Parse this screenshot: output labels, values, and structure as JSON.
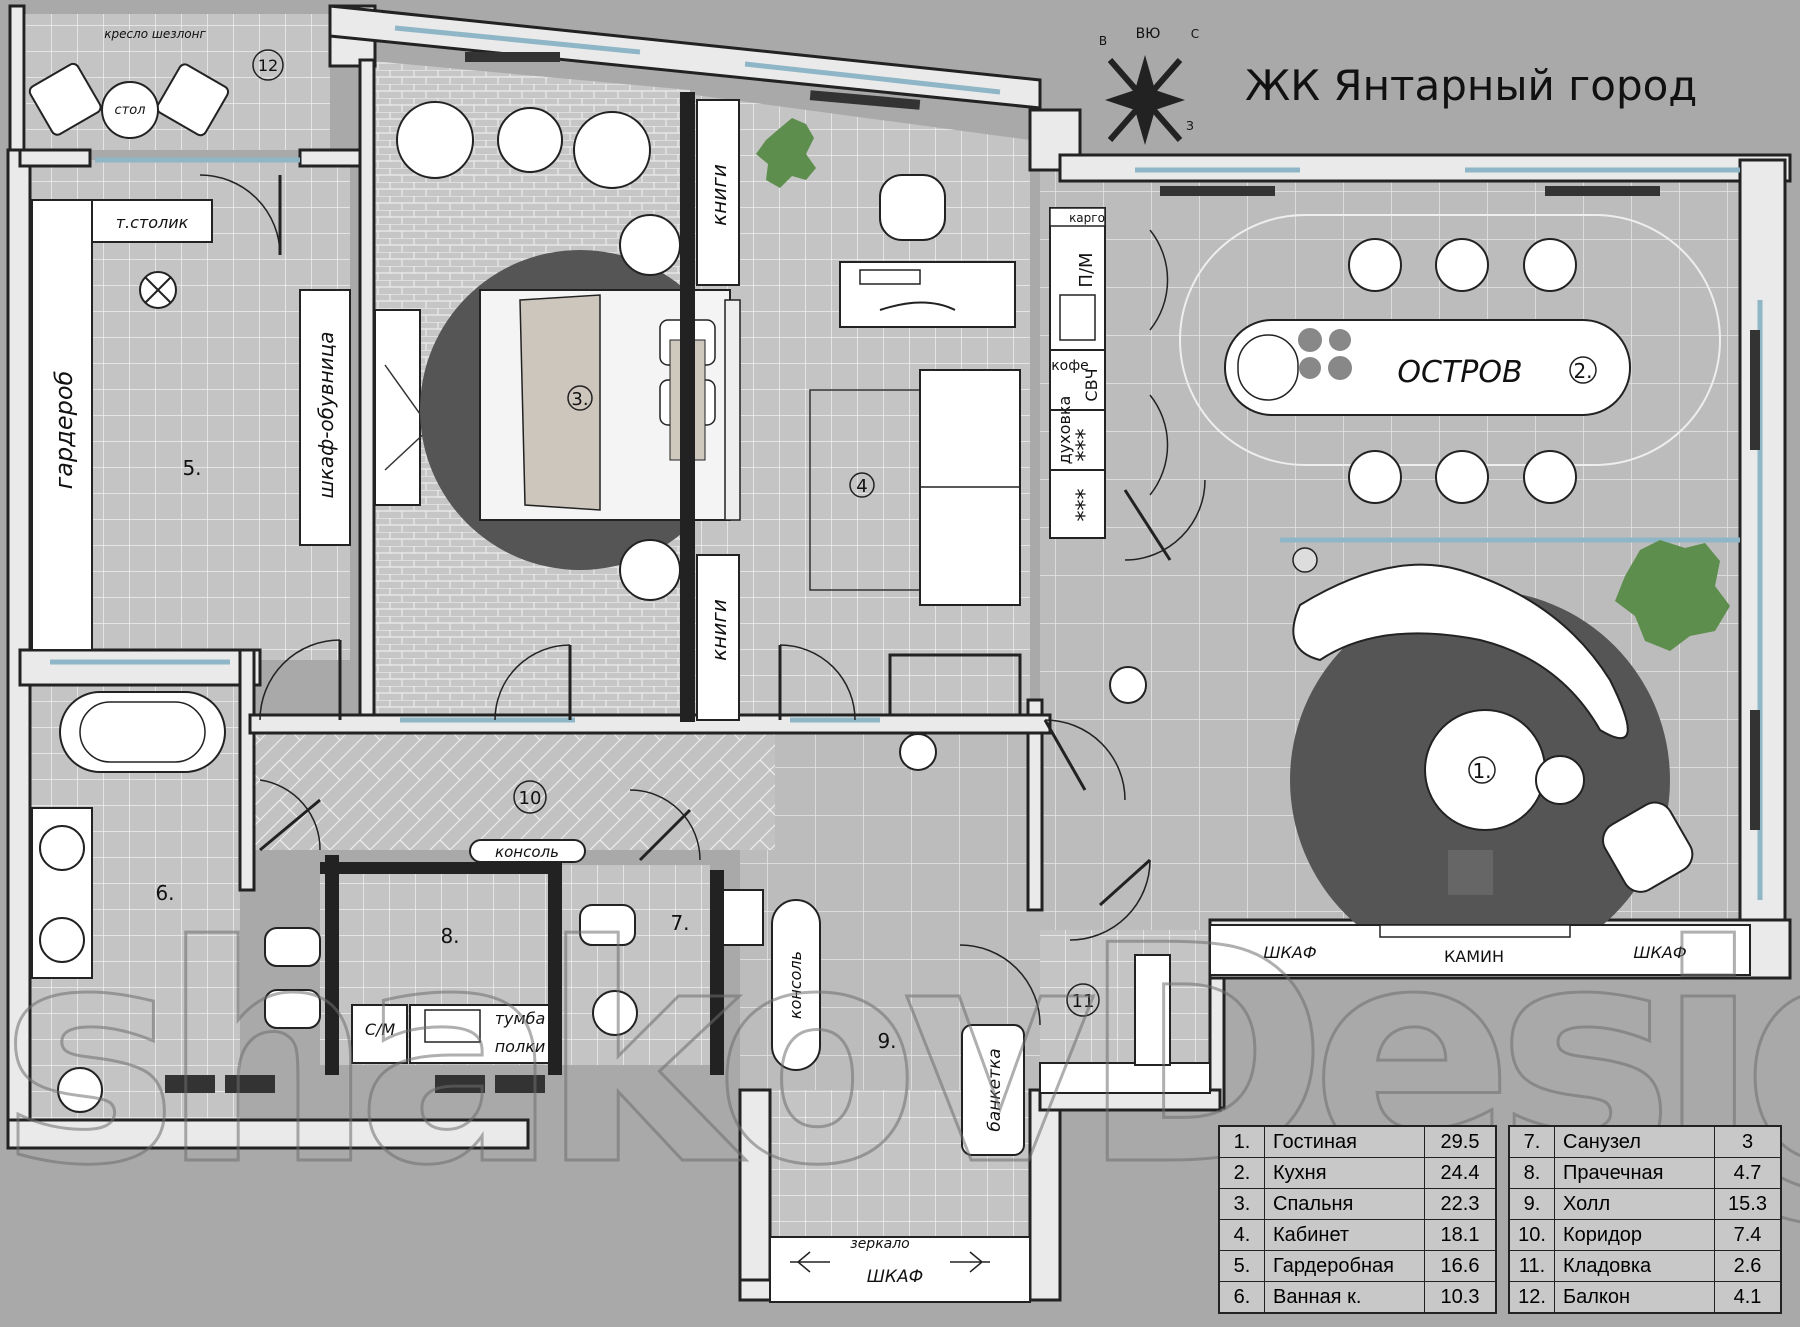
{
  "title": "ЖК Янтарный город",
  "compass": {
    "n": "ВЮ",
    "e": "С",
    "s": "З",
    "w": "В"
  },
  "watermark": "shakovDesign",
  "labels": {
    "chair": "кресло шезлонг",
    "table": "стол",
    "balcony_num": "12",
    "tstolik": "т.столик",
    "garderob": "гардероб",
    "shoe_cab": "шкаф-обувница",
    "room5": "5.",
    "room3": "3.",
    "books": "книги",
    "room4": "4",
    "kargo": "карго",
    "pm": "П/М",
    "coffee": "кофе",
    "oven": "духовка",
    "svch": "СВЧ",
    "stars": "***",
    "island": "ОСТРОВ",
    "room2": "2.",
    "room1": "1.",
    "room10": "10",
    "console": "консоль",
    "room6": "6.",
    "room8": "8.",
    "room7": "7.",
    "sm": "С/М",
    "tumba": "тумба",
    "shelves": "полки",
    "room9": "9.",
    "banketka": "банкетка",
    "room11": "11",
    "shkaf": "ШКАФ",
    "kamin": "КАМИН",
    "mirror": "зеркало"
  },
  "rooms_left": [
    {
      "num": "1.",
      "name": "Гостиная",
      "area": "29.5"
    },
    {
      "num": "2.",
      "name": "Кухня",
      "area": "24.4"
    },
    {
      "num": "3.",
      "name": "Спальня",
      "area": "22.3"
    },
    {
      "num": "4.",
      "name": "Кабинет",
      "area": "18.1"
    },
    {
      "num": "5.",
      "name": "Гардеробная",
      "area": "16.6"
    },
    {
      "num": "6.",
      "name": "Ванная к.",
      "area": "10.3"
    }
  ],
  "rooms_right": [
    {
      "num": "7.",
      "name": "Санузел",
      "area": "3"
    },
    {
      "num": "8.",
      "name": "Прачечная",
      "area": "4.7"
    },
    {
      "num": "9.",
      "name": "Холл",
      "area": "15.3"
    },
    {
      "num": "10.",
      "name": "Коридор",
      "area": "7.4"
    },
    {
      "num": "11.",
      "name": "Кладовка",
      "area": "2.6"
    },
    {
      "num": "12.",
      "name": "Балкон",
      "area": "4.1"
    }
  ]
}
